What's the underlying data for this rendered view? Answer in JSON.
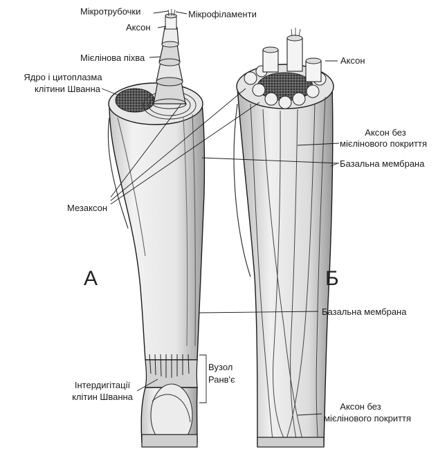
{
  "labels": {
    "microtubules": "Мікротрубочки",
    "microfilaments": "Мікрофіламенти",
    "axon_a": "Аксон",
    "myelin_sheath": "Мієлінова піхва",
    "nucleus_line1": "Ядро і цитоплазма",
    "nucleus_line2": "клітини Шванна",
    "mesaxon": "Мезаксон",
    "letter_a": "А",
    "interdig_line1": "Інтердигітації",
    "interdig_line2": "клітин Шванна",
    "node_line1": "Вузол",
    "node_line2": "Ранв'є",
    "axon_b": "Аксон",
    "unmyel_top_line1": "Аксон без",
    "unmyel_top_line2": "мієлінового покриття",
    "basal_top": "Базальна мембрана",
    "letter_b": "Б",
    "basal_mid": "Базальна мембрана",
    "unmyel_bot_line1": "Аксон без",
    "unmyel_bot_line2": "мієлінового покриття"
  },
  "colors": {
    "ink": "#1a1a1a",
    "shade": "#bfbfbf",
    "light": "#ececec",
    "dark": "#3a3a3a"
  }
}
